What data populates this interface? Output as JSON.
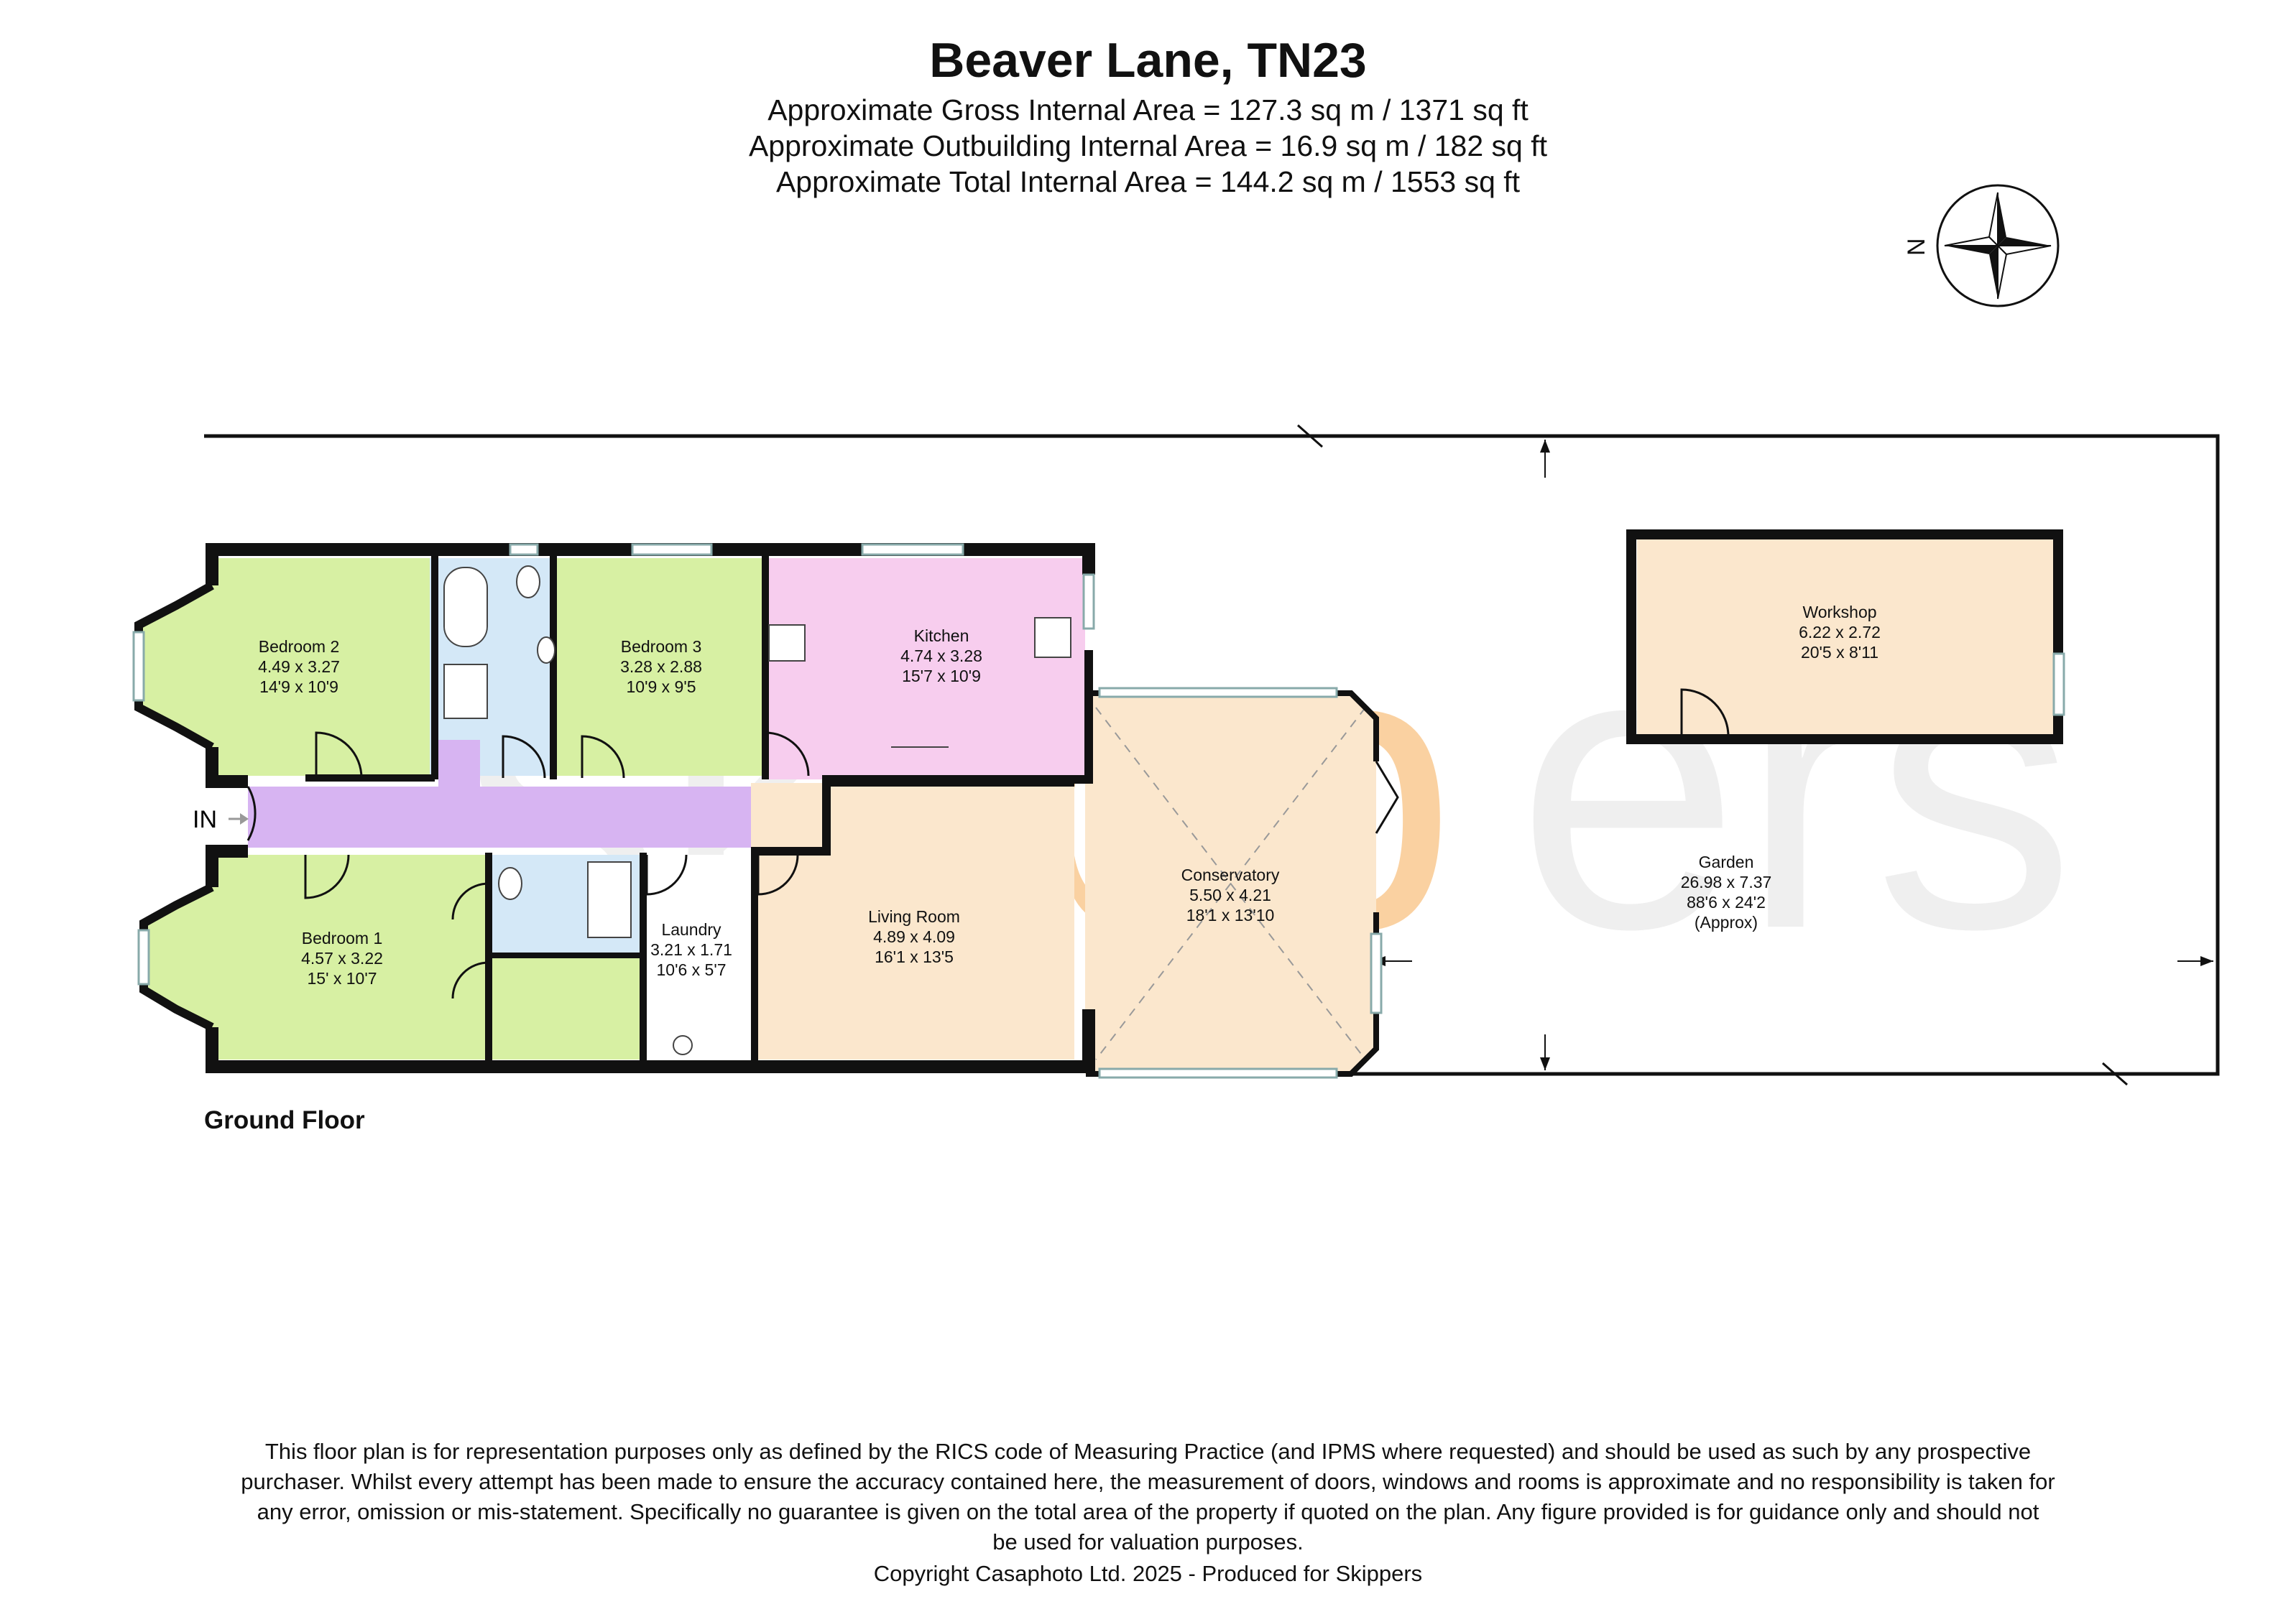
{
  "header": {
    "title": "Beaver Lane, TN23",
    "lines": [
      "Approximate Gross Internal Area = 127.3 sq m / 1371 sq ft",
      "Approximate Outbuilding Internal Area = 16.9 sq m / 182 sq ft",
      "Approximate Total Internal Area = 144.2 sq m / 1553 sq ft"
    ]
  },
  "compass": {
    "letter": "N"
  },
  "entrance": {
    "label": "IN"
  },
  "watermark": "skippers",
  "rooms": {
    "bedroom2": {
      "name": "Bedroom 2",
      "metric": "4.49 x 3.27",
      "imperial": "14'9 x 10'9"
    },
    "bedroom3": {
      "name": "Bedroom 3",
      "metric": "3.28 x 2.88",
      "imperial": "10'9 x 9'5"
    },
    "kitchen": {
      "name": "Kitchen",
      "metric": "4.74 x 3.28",
      "imperial": "15'7 x 10'9"
    },
    "bedroom1": {
      "name": "Bedroom 1",
      "metric": "4.57 x 3.22",
      "imperial": "15' x 10'7"
    },
    "laundry": {
      "name": "Laundry",
      "metric": "3.21 x 1.71",
      "imperial": "10'6 x 5'7"
    },
    "living": {
      "name": "Living Room",
      "metric": "4.89 x 4.09",
      "imperial": "16'1 x 13'5"
    },
    "conservatory": {
      "name": "Conservatory",
      "metric": "5.50 x 4.21",
      "imperial": "18'1 x 13'10"
    },
    "workshop": {
      "name": "Workshop",
      "metric": "6.22 x 2.72",
      "imperial": "20'5 x 8'11"
    },
    "garden": {
      "name": "Garden",
      "metric": "26.98 x 7.37",
      "imperial": "88'6 x 24'2",
      "note": "(Approx)"
    }
  },
  "floor_label": "Ground Floor",
  "disclaimer": [
    "This floor plan is for representation purposes only as defined by the RICS code of Measuring Practice (and IPMS where requested) and should be used as such by any prospective",
    "purchaser. Whilst every attempt has been made to ensure the accuracy contained here, the measurement of doors, windows and rooms is approximate and no responsibility is taken for",
    "any error, omission or mis-statement. Specifically no guarantee is given on the total area of the property if quoted on the plan. Any figure provided is for guidance only and should not",
    "be used for valuation purposes."
  ],
  "copyright": "Copyright Casaphoto Ltd. 2025 - Produced for Skippers",
  "colors": {
    "bedroom": "#d7f0a3",
    "bathroom": "#d4e8f7",
    "kitchen": "#f7cdee",
    "hall": "#d7b4f2",
    "living": "#fbe7cd",
    "wall": "#111111",
    "watermark_grey": "#e3e3e3",
    "watermark_orange": "#f7ad55"
  }
}
